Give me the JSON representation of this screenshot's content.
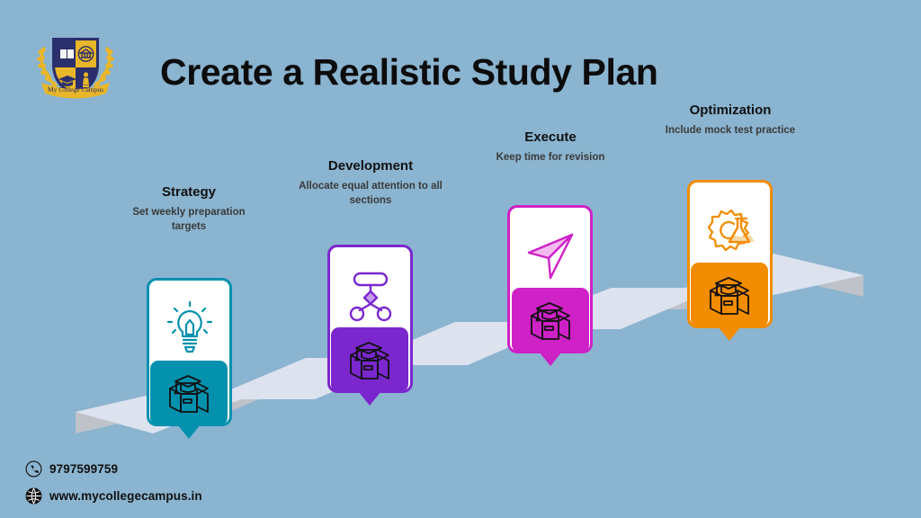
{
  "header": {
    "title": "Create a Realistic Study Plan",
    "logo": {
      "name": "my-college-campus-crest",
      "banner_text": "My College Campus"
    }
  },
  "theme": {
    "background": "#8ab4d0",
    "title_color": "#0c0c0c",
    "ribbon_top": "#dde2ef",
    "ribbon_side": "#bfc2c9",
    "card_background": "#ffffff"
  },
  "steps": [
    {
      "title": "Strategy",
      "description": "Set weekly preparation targets",
      "color": "#0391ae",
      "card_icon": "lightbulb-pencil-icon",
      "badge_icon": "graduation-box-icon"
    },
    {
      "title": "Development",
      "description": "Allocate equal attention to all sections",
      "color": "#7b27ce",
      "card_icon": "flowchart-icon",
      "badge_icon": "graduation-box-icon"
    },
    {
      "title": "Execute",
      "description": "Keep time for revision",
      "color": "#ce21c6",
      "card_icon": "paper-plane-icon",
      "badge_icon": "graduation-box-icon"
    },
    {
      "title": "Optimization",
      "description": "Include mock test practice",
      "color": "#f28c00",
      "card_icon": "gear-flask-icon",
      "badge_icon": "graduation-box-icon"
    }
  ],
  "footer": {
    "phone": {
      "icon": "phone-circle-icon",
      "value": "9797599759"
    },
    "website": {
      "icon": "globe-icon",
      "value": "www.mycollegecampus.in"
    }
  }
}
